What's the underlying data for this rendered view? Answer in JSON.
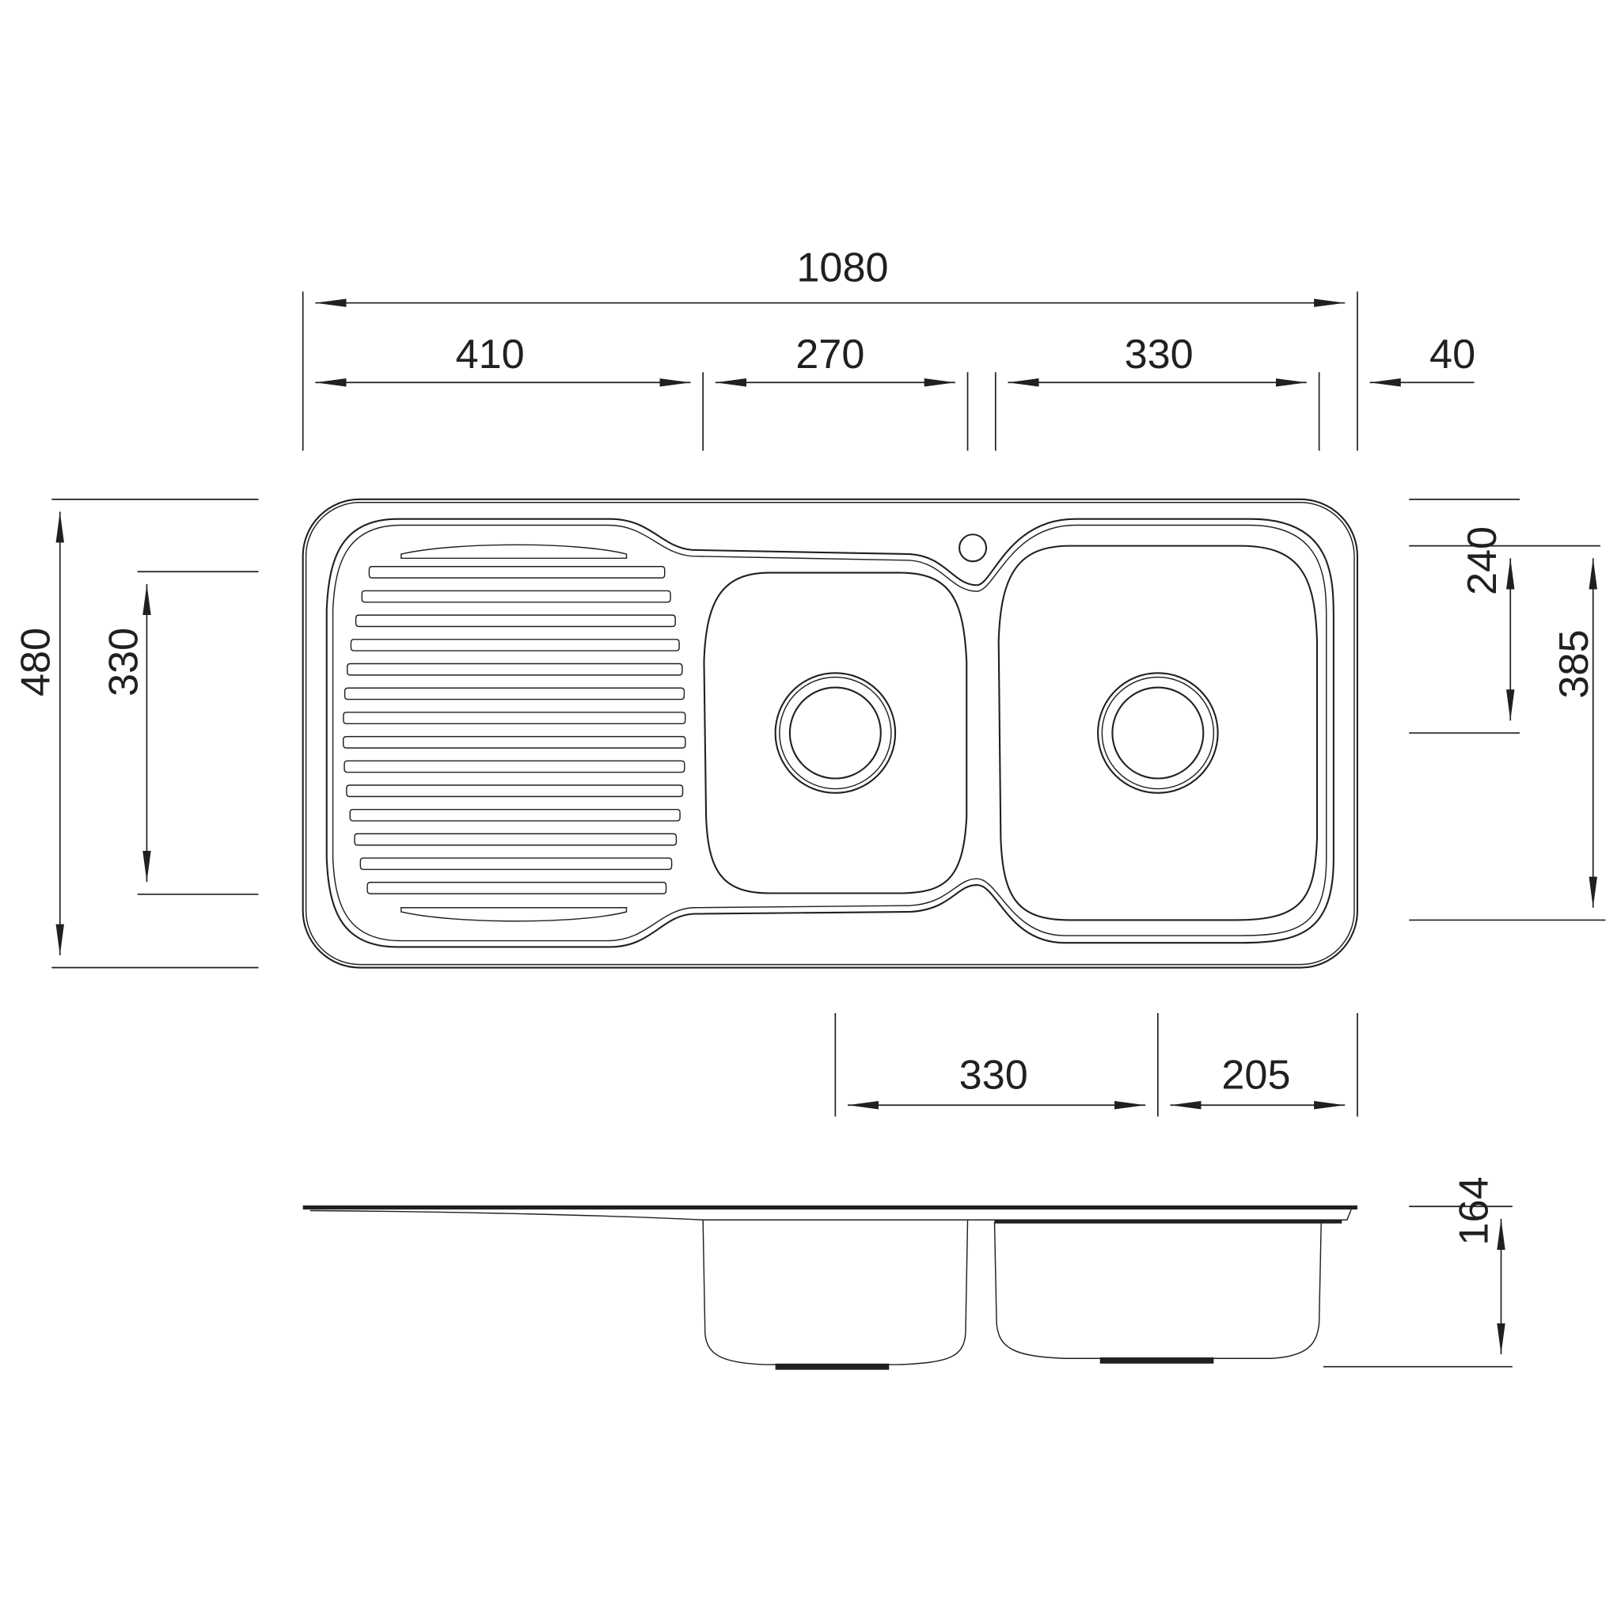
{
  "drawing": {
    "line_color": "#231f20",
    "top_dimensions": {
      "overall_width": "1080",
      "drainer": "410",
      "small_bowl": "270",
      "large_bowl": "330",
      "right_edge": "40"
    },
    "left_dimensions": {
      "overall_depth": "480",
      "drainer_depth": "330"
    },
    "right_dimensions": {
      "large_bowl_to_waste": "240",
      "large_bowl_depth": "385"
    },
    "bottom_dimensions": {
      "waste_spacing": "330",
      "waste_to_edge": "205"
    },
    "side_view": {
      "bowl_depth": "164"
    }
  }
}
